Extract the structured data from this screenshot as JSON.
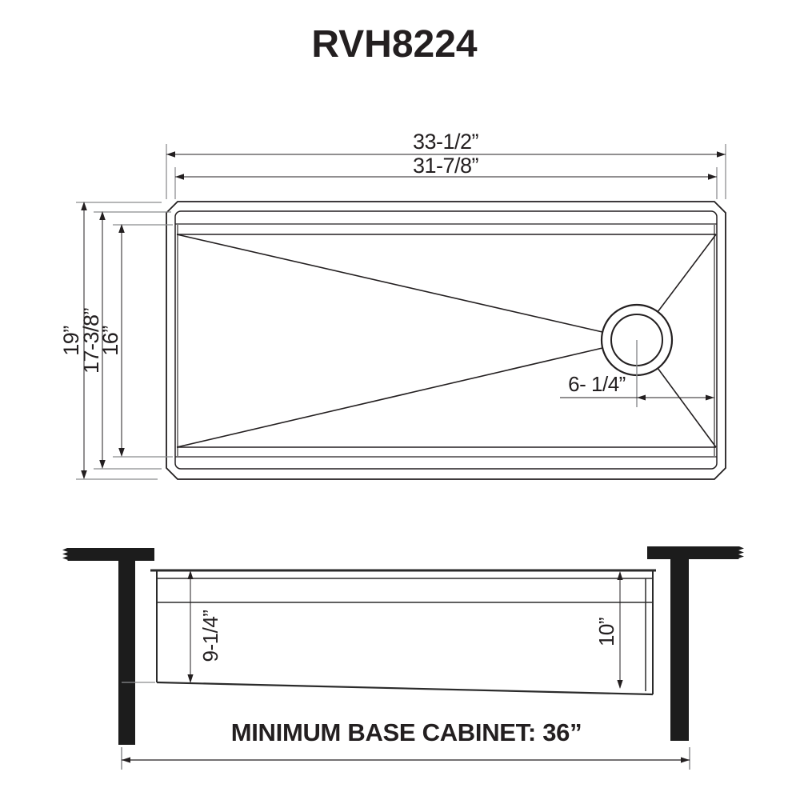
{
  "title": "RVH8224",
  "top_view": {
    "dim_outer_width": "33-1/2”",
    "dim_inner_width": "31-7/8”",
    "dim_outer_height": "19”",
    "dim_mid_height": "17-3/8”",
    "dim_inner_height": "16”",
    "dim_drain_offset": "6- 1/4”"
  },
  "side_view": {
    "dim_depth_left": "9-1/4”",
    "dim_depth_right": "10”",
    "cabinet_note": "MINIMUM BASE CABINET: 36”"
  },
  "colors": {
    "line": "#231f20",
    "extension_line": "#8a8c8e",
    "solid_fill": "#1c1c1c",
    "background": "#ffffff"
  }
}
